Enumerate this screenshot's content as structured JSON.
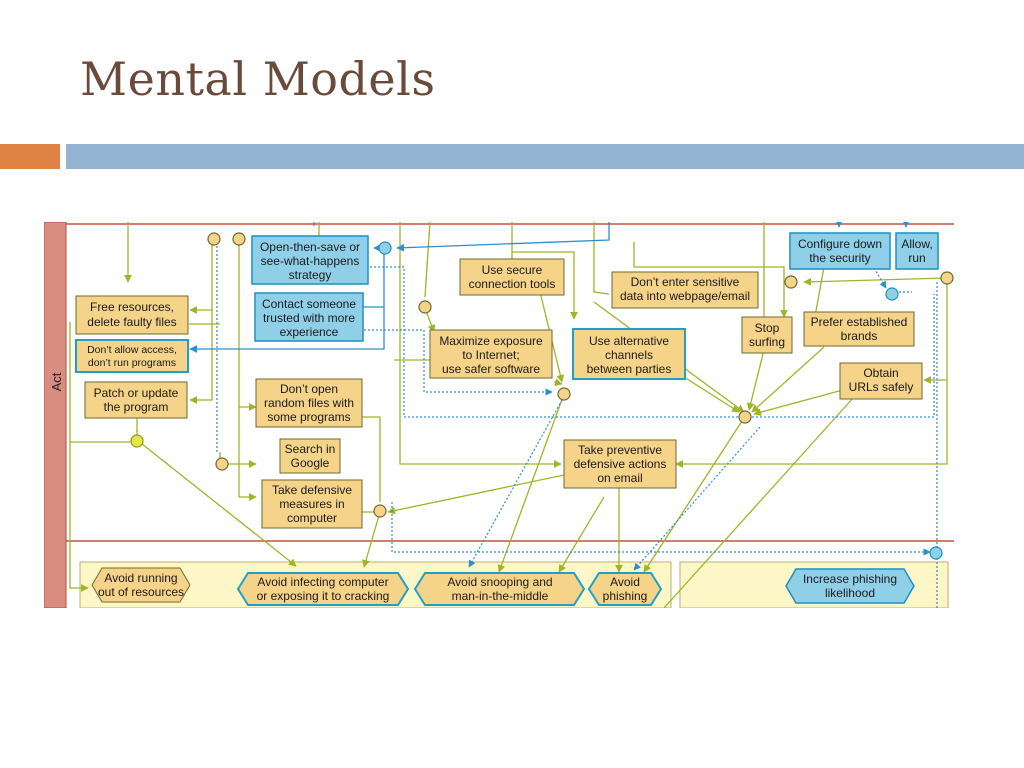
{
  "slide": {
    "title": "Mental Models"
  },
  "diagram": {
    "lanes": {
      "top": "Act"
    },
    "colors": {
      "box_fill": "#f5d48a",
      "box_stroke": "#7a7a3a",
      "blue_fill": "#8fd0e8",
      "blue_stroke": "#1f8fc0",
      "line_green": "#a0b428",
      "line_blue": "#2a8fd0",
      "lane_red": "#c8503c",
      "goal_bg": "#fdf7c8"
    },
    "nodes": {
      "free_resources": [
        "Free resources,",
        "delete faulty files"
      ],
      "dont_allow": [
        "Don’t allow access,",
        "don’t run programs"
      ],
      "patch": [
        "Patch or update",
        "the program"
      ],
      "open_then_save": [
        "Open-then-save or",
        "see-what-happens",
        "strategy"
      ],
      "contact_someone": [
        "Contact someone",
        "trusted with more",
        "experience"
      ],
      "dont_open": [
        "Don’t open",
        "random files with",
        "some programs"
      ],
      "search_google": [
        "Search in",
        "Google"
      ],
      "take_defensive": [
        "Take defensive",
        "measures in",
        "computer"
      ],
      "secure_tools": [
        "Use secure",
        "connection tools"
      ],
      "maximize": [
        "Maximize exposure",
        "to Internet;",
        "use safer software"
      ],
      "alt_channels": [
        "Use alternative",
        "channels",
        "between parties"
      ],
      "dont_enter": [
        "Don’t enter sensitive",
        "data into webpage/email"
      ],
      "stop_surfing": [
        "Stop",
        "surfing"
      ],
      "prefer_brands": [
        "Prefer established",
        "brands"
      ],
      "configure": [
        "Configure down",
        "the security"
      ],
      "allow_run": [
        "Allow,",
        "run"
      ],
      "obtain_urls": [
        "Obtain",
        "URLs safely"
      ],
      "take_preventive": [
        "Take preventive",
        "defensive actions",
        "on email"
      ]
    },
    "goals": {
      "avoid_running": [
        "Avoid running",
        "out of resources"
      ],
      "avoid_infecting": [
        "Avoid infecting computer",
        "or exposing it to cracking"
      ],
      "avoid_snooping": [
        "Avoid snooping and",
        "man-in-the-middle"
      ],
      "avoid_phishing": [
        "Avoid",
        "phishing"
      ],
      "increase_phishing": [
        "Increase phishing",
        "likelihood"
      ]
    }
  }
}
